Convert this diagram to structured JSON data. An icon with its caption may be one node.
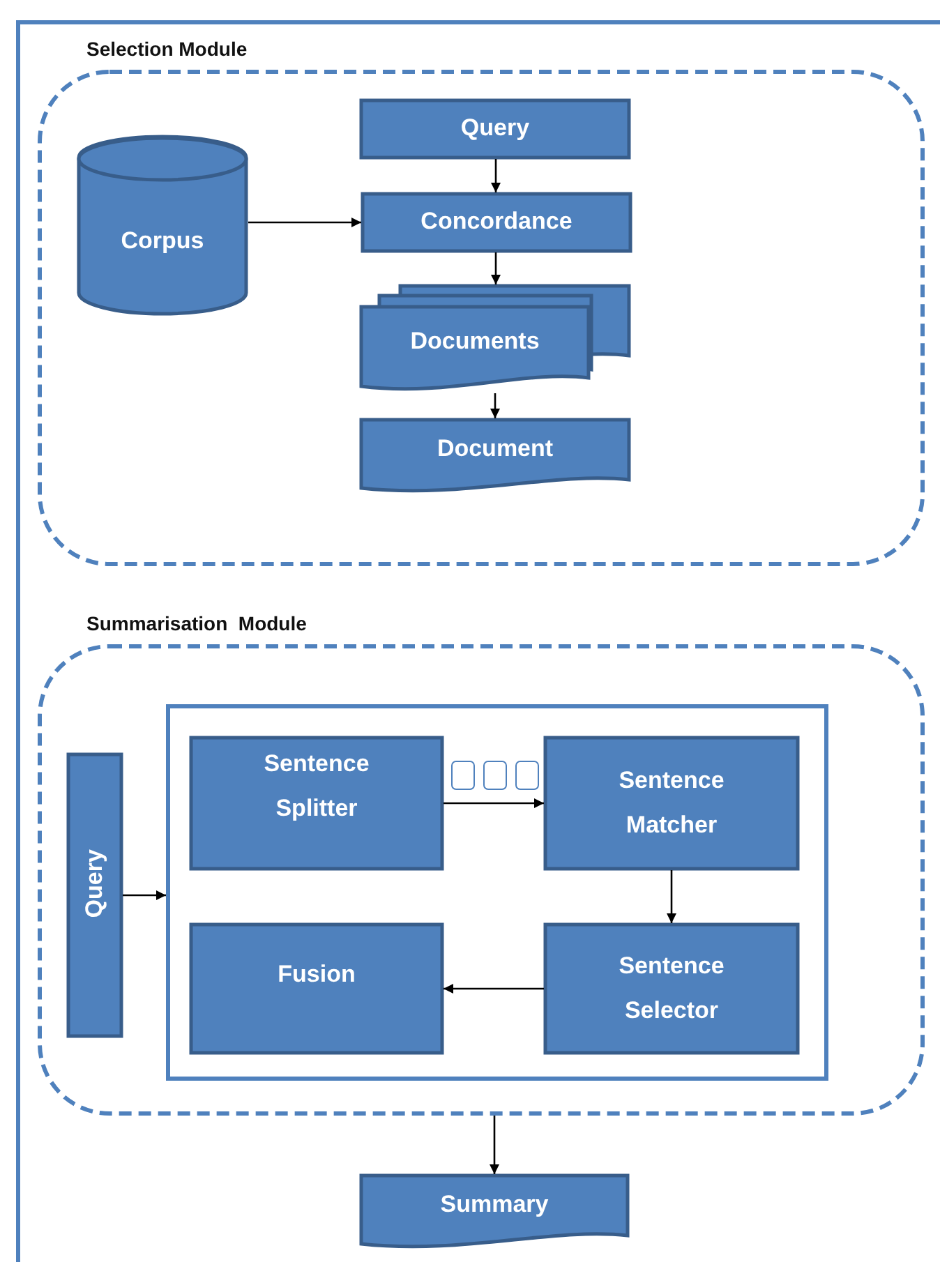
{
  "diagram": {
    "nodes": [
      {
        "text": [
          "Selection Module"
        ]
      },
      {
        "text": [
          "Corpus"
        ],
        "in": 0
      },
      {
        "text": [
          "Query"
        ],
        "in": 0
      },
      {
        "text": [
          "Concordance"
        ],
        "in": 0
      },
      {
        "text": [
          "Documents"
        ],
        "in": 0
      },
      {
        "text": [
          "Document"
        ],
        "in": 0
      },
      {
        "text": [
          "Summarisation  Module"
        ]
      },
      {
        "text": [
          "Query"
        ],
        "in": 6
      },
      {
        "text": [],
        "shape": "box",
        "in": 6
      },
      {
        "text": [
          "Sentence Splitter"
        ],
        "in": 8
      },
      {
        "text": [
          "Sentence Matcher"
        ],
        "in": 8
      },
      {
        "text": [
          "Fusion"
        ],
        "in": 8
      },
      {
        "text": [
          "Sentence Selector"
        ],
        "in": 8
      },
      {
        "text": [
          "Summary"
        ]
      }
    ],
    "edges": [
      {
        "from": 1,
        "to": 3,
        "arrow": "to"
      },
      {
        "from": 2,
        "to": 3,
        "arrow": "to"
      },
      {
        "from": 3,
        "to": 4,
        "arrow": "to"
      },
      {
        "from": 4,
        "to": 5,
        "arrow": "to"
      },
      {
        "from": 7,
        "to": 8,
        "arrow": "to"
      },
      {
        "from": 9,
        "to": 10,
        "arrow": "to"
      },
      {
        "from": 10,
        "to": 12,
        "arrow": "to"
      },
      {
        "from": 12,
        "to": 11,
        "arrow": "to"
      },
      {
        "from": 6,
        "to": 13,
        "arrow": "to"
      }
    ]
  }
}
